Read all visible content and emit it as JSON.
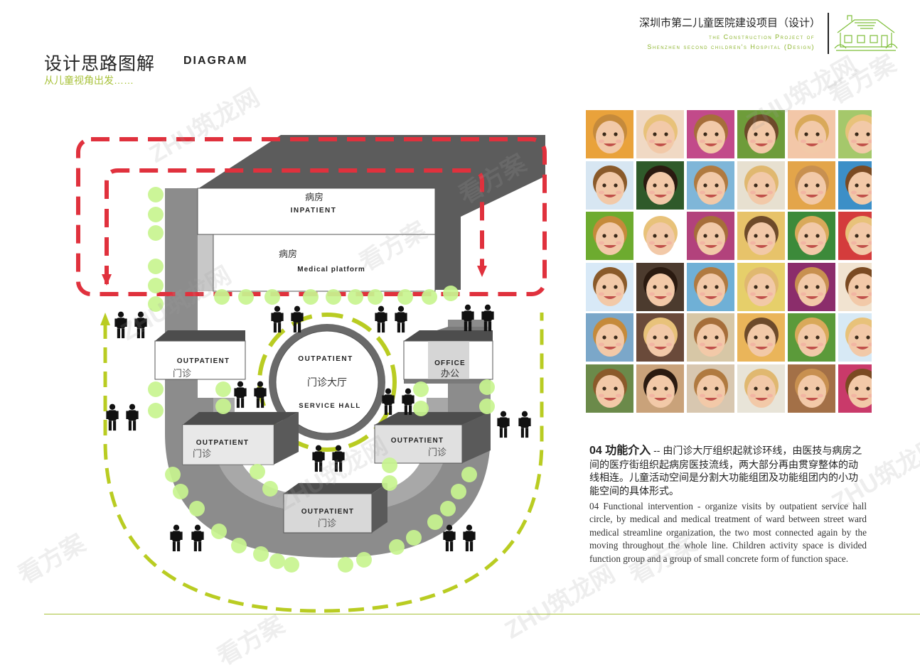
{
  "header": {
    "title_cn": "设计思路图解",
    "title_en": "DIAGRAM",
    "subtitle": "从儿童视角出发……",
    "project_cn": "深圳市第二儿童医院建设项目（设计）",
    "project_en_1": "the Construction Project of",
    "project_en_2": "Shenzhen second children's Hospital  (Design)"
  },
  "diagram": {
    "blocks": {
      "inpatient_cn": "病房",
      "inpatient_en": "INPATIENT",
      "medical_cn": "病房",
      "medical_en": "Medical   platform",
      "hall_en_top": "OUTPATIENT",
      "hall_cn": "门诊大厅",
      "hall_en_bottom": "SERVICE HALL",
      "outpatient_en": "OUTPATIENT",
      "outpatient_cn": "门诊",
      "office_en": "OFFICE",
      "office_cn": "办公"
    }
  },
  "description": {
    "cn_lead": "04 功能介入",
    "cn_body": " -- 由门诊大厅组织起就诊环线，由医技与病房之间的医疗街组织起病房医技流线，两大部分再由贯穿整体的动线相连。儿童活动空间是分割大功能组团及功能组团内的小功能空间的具体形式。",
    "en_body": "04 Functional intervention - organize visits by outpatient service hall circle, by medical and medical treatment of ward between street ward medical streamline organization, the two most connected again by the moving throughout the whole line. Children activity space is divided function group and a group of small concrete form of function space."
  },
  "colors": {
    "red_dash": "#e0313d",
    "green_dash": "#b9cc22",
    "tree_green": "#c8f590",
    "building_dark": "#5c5c5c",
    "building_mid": "#8c8c8c"
  },
  "watermarks": [
    "看方案",
    "ZHU筑龙网",
    "看方案",
    "ZHU筑龙网",
    "看方案",
    "ZHU筑龙网",
    "看方案",
    "ZHU筑龙网",
    "看方案",
    "ZHU筑龙网",
    "看方案",
    "ZHU筑龙网"
  ]
}
